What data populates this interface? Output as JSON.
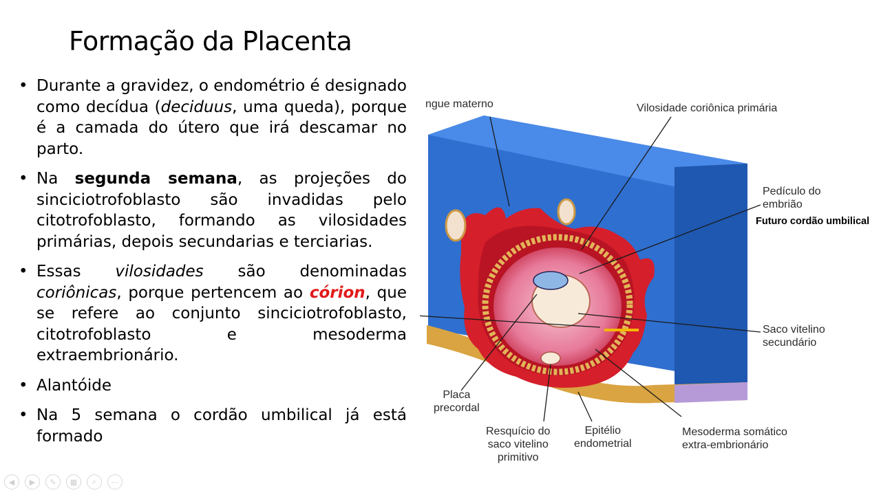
{
  "slide": {
    "title": "Formação da Placenta",
    "bullets": {
      "b1": {
        "t1": "Durante a gravidez, o endométrio é designado como decídua (",
        "em": "deciduus",
        "t2": ", uma queda), porque é a camada do útero que irá descamar no parto."
      },
      "b2": {
        "t1": "Na ",
        "strong": "segunda semana",
        "t2": ", as projeções do sinciciotrofoblasto são invadidas pelo citotrofoblasto, formando as vilosidades primárias, depois secundarias e terciarias."
      },
      "b3": {
        "t1": "Essas ",
        "em1": "vilosidades",
        "t2": " são denominadas ",
        "em2": "coriônicas",
        "t3": ", porque pertencem ao ",
        "red": "córion",
        "t4": ", que se refere ao conjunto sinciciotrofoblasto, citotrofoblasto e mesoderma extraembrionário."
      },
      "b4": "Alantóide",
      "b5": "Na 5 semana o cordão umbilical já está formado"
    }
  },
  "figure": {
    "labels": {
      "sangue": "ngue materno",
      "vilosidade": "Vilosidade coriônica primária",
      "pediculo": [
        "Pedículo do",
        "embrião"
      ],
      "saco": [
        "Saco vitelino",
        "secundário"
      ],
      "placa": [
        "Placa",
        "precordal"
      ],
      "resquicio": [
        "Resquício do",
        "saco vitelino",
        "primitivo"
      ],
      "epitelio": [
        "Epitélio",
        "endometrial"
      ],
      "mesoderma": [
        "Mesoderma somático",
        "extra-embrionário"
      ]
    },
    "annotation": "Futuro cordão umbilical"
  },
  "colors": {
    "accent_red": "#e11b1b",
    "highlight": "#f5b800",
    "wall_blue": "#2f6fcf"
  },
  "toolbar": [
    "prev-icon",
    "next-icon",
    "pen-icon",
    "slides-icon",
    "zoom-icon",
    "more-icon"
  ]
}
